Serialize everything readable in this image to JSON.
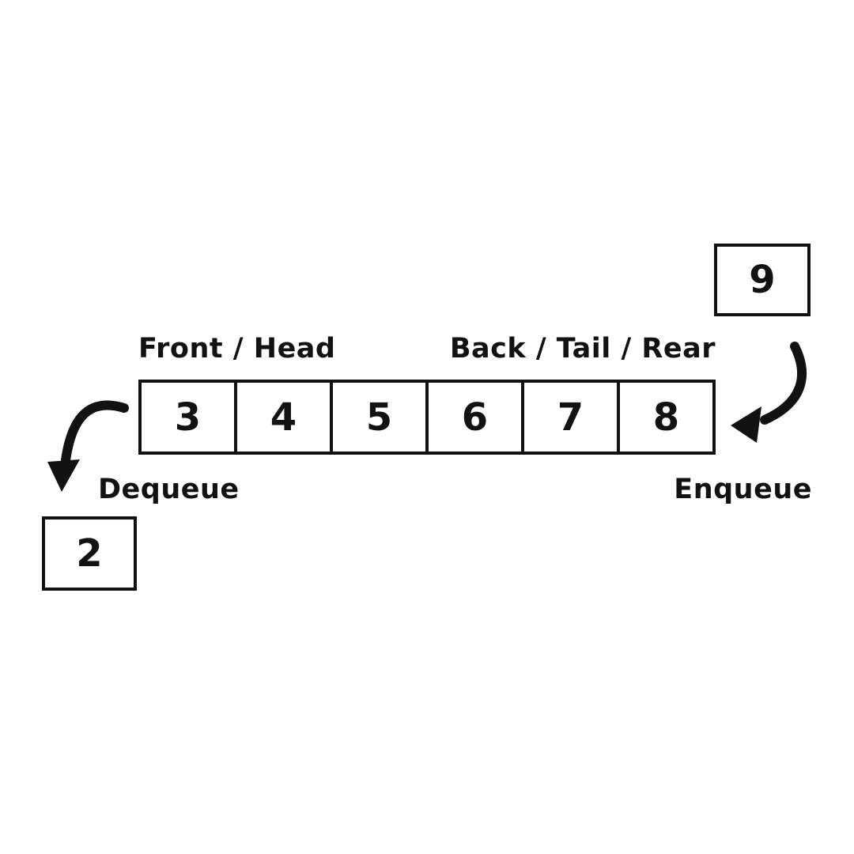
{
  "diagram": {
    "front_label": "Front / Head",
    "back_label": "Back / Tail / Rear",
    "dequeue_label": "Dequeue",
    "enqueue_label": "Enqueue",
    "queue_cells": [
      "3",
      "4",
      "5",
      "6",
      "7",
      "8"
    ],
    "enqueue_item": "9",
    "dequeue_item": "2",
    "colors": {
      "ink": "#121212",
      "background": "#ffffff"
    }
  }
}
